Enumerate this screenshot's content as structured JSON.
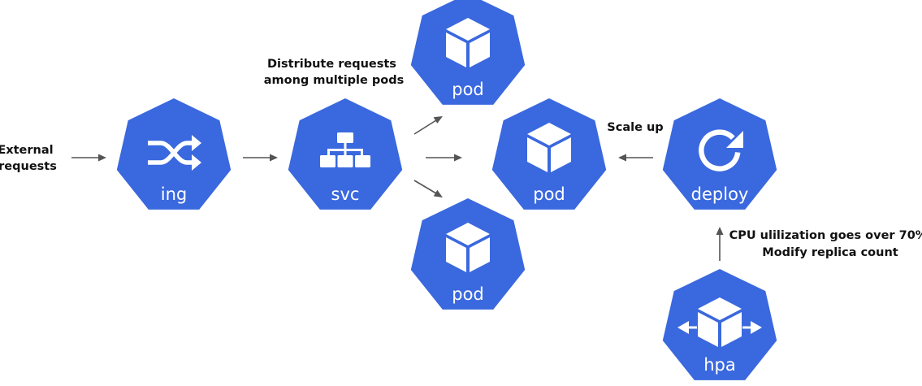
{
  "colors": {
    "node_fill": "#3a68de",
    "icon": "#ffffff",
    "arrow": "#555555",
    "text": "#111111"
  },
  "nodes": {
    "ing": {
      "label": "ing",
      "icon": "shuffle-icon"
    },
    "svc": {
      "label": "svc",
      "icon": "sitemap-icon"
    },
    "pod_top": {
      "label": "pod",
      "icon": "cube-icon"
    },
    "pod_mid": {
      "label": "pod",
      "icon": "cube-icon"
    },
    "pod_bottom": {
      "label": "pod",
      "icon": "cube-icon"
    },
    "deploy": {
      "label": "deploy",
      "icon": "refresh-icon"
    },
    "hpa": {
      "label": "hpa",
      "icon": "cube-arrows-icon"
    }
  },
  "annotations": {
    "external": [
      "External",
      "requests"
    ],
    "distribute": [
      "Distribute requests",
      "among multiple pods"
    ],
    "scale_up": "Scale up",
    "hpa_note": [
      "CPU ulilization goes over 70%",
      "Modify replica count"
    ]
  }
}
